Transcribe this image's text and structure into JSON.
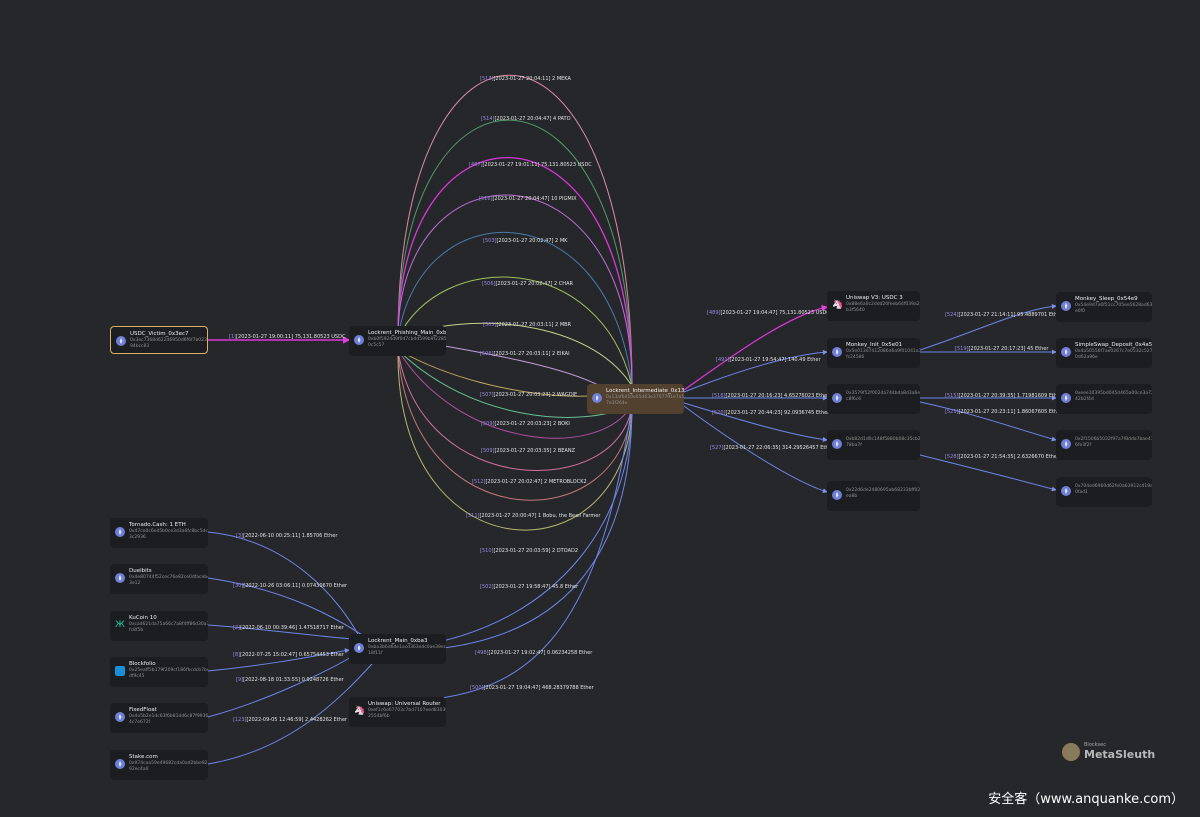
{
  "nodes": {
    "victim": {
      "name": "USDC_Victim_0x3ec7",
      "addr": "0x3ec7368d622d6950d6f6f7b023477a4f94bcc83"
    },
    "phishing": {
      "name": "Lockrent_Phishing_Main_0xb0f5",
      "addr": "0xb0f5924d9f0d7cb4d599b9f2285291e20c5c57"
    },
    "intermediate": {
      "name": "Lockrent_Intermediate_0x13af",
      "addr": "0x13af6d10e05d63e3707791e7a5ef50cf7e3f264e"
    },
    "uniswap_v3": {
      "name": "Uniswap V3: USDC 3",
      "addr": "0x88e6a0c2ddd26feeb64f039a2c41296fcb3f5640"
    },
    "monkey_init": {
      "name": "Monkey_Init_0x5e01",
      "addr": "0x5e013d7412d86d6a9f01041a79f79c37fc24586"
    },
    "addr_0x3579": {
      "name": "",
      "addr": "0x3579f52f002da744bda8d3a6e4e7e14fc8f6c6"
    },
    "addr_0xb82": {
      "name": "",
      "addr": "0xb82d1d0c148f5880b08c35cb2640be2078ba7f"
    },
    "addr_0x22d": {
      "name": "",
      "addr": "0x22d6de2480695ab68233bff02348fe4f5ea8b"
    },
    "monkey_sleep": {
      "name": "Monkey_Sleep_0x54e9",
      "addr": "0x54e9d7a6f51cc705ee5628ad638fd6d0e0f0"
    },
    "simpleswap": {
      "name": "SimpleSwap_Deposit_0x4a50",
      "addr": "0x4a50556f7ae0267c7e0532c5271c3c490d62a96e"
    },
    "addr_0xeee": {
      "name": "",
      "addr": "0xeee10395bd045d465a00ce3a7259efcb42b2f4d"
    },
    "addr_0x2f": {
      "name": "",
      "addr": "0x2f1506b5032f97a7f8dda7bae47bd7626fe3f2f"
    },
    "addr_0x704": {
      "name": "",
      "addr": "0x704ed6960d62fe0a63912c419af5a6ac0fad1"
    },
    "tornado": {
      "name": "Tornado.Cash: 1 ETH",
      "addr": "0x47ce0c6ed5b0ce3d3a6fc8bc5dc86e7c3c2936"
    },
    "duelbits": {
      "name": "Duelbits",
      "addr": "0x4e80744f52cec76e82ce0dfaceb4b4ff33e12"
    },
    "kucoin": {
      "name": "KuCoin 10",
      "addr": "0xcad621da75a66c7a8f4ff86d30a3f9f8fbfc8f5b"
    },
    "blockfolio": {
      "name": "Blockfolio",
      "addr": "0x25eaff5b179f209cf186fbcdcb7b4653e9df9c45"
    },
    "fixedfloat": {
      "name": "FixedFloat",
      "addr": "0x4e5b2e1dc63f6b81dd6c87f9936485434c7e672f"
    },
    "stake": {
      "name": "Stake.com",
      "addr": "0x974caa59e49682cda0ad2bbe828634b92ec4a0"
    },
    "lockrent_main": {
      "name": "Lockrent_Main_0xba3",
      "addr": "0xba3b6d6de1acd363edc0ae39ece9f1ea18f11f"
    },
    "universal_router": {
      "name": "Uniswap: Universal Router",
      "addr": "0xef1c6e67703c7bd7107eed8303fbe6ec2554bf6b"
    }
  },
  "edges": {
    "e01": {
      "idx": "[1]",
      "text": "[2023-01-27 19:00:11] 75,131.80523 USDC"
    },
    "e02": {
      "idx": "[513]",
      "text": "[2023-01-27 20:04:11] 2 MEKA"
    },
    "e03": {
      "idx": "[514]",
      "text": "[2023-01-27 20:04:47] 4 PATO"
    },
    "e04": {
      "idx": "[487]",
      "text": "[2023-01-27 19:01:11] 75,131.80523 USDC"
    },
    "e05": {
      "idx": "[516]",
      "text": "[2023-01-27 20:04:47] 10 PIGMIX"
    },
    "e06": {
      "idx": "[503]",
      "text": "[2023-01-27 20:02:47] 2 MK"
    },
    "e07": {
      "idx": "[506]",
      "text": "[2023-01-27 20:02:47] 2 CHAR"
    },
    "e08": {
      "idx": "[505]",
      "text": "[2023-01-27 20:03:11] 2 MBR"
    },
    "e09": {
      "idx": "[508]",
      "text": "[2023-01-27 20:03:11] 2 EIKAI"
    },
    "e10": {
      "idx": "[507]",
      "text": "[2023-01-27 20:03:23] 2 WAGDIE"
    },
    "e11": {
      "idx": "[509]",
      "text": "[2023-01-27 20:03:23] 2 BOKI"
    },
    "e12": {
      "idx": "[509]",
      "text": "[2023-01-27 20:03:35] 2 BEANZ"
    },
    "e13": {
      "idx": "[512]",
      "text": "[2023-01-27 20:02:47] 2 METROBLOCK2"
    },
    "e14": {
      "idx": "[511]",
      "text": "[2023-01-27 20:00:47] 1 Bobu, the Bean Farmer"
    },
    "e15": {
      "idx": "[510]",
      "text": "[2023-01-27 20:03:59] 2 DTOAD2"
    },
    "e16": {
      "idx": "[502]",
      "text": "[2023-01-27 19:58:47] 45.8 Ether"
    },
    "e17": {
      "idx": "[489]",
      "text": "[2023-01-27 19:04:47] 75,131.80523 USDC"
    },
    "e18": {
      "idx": "[491]",
      "text": "[2023-01-27 19:54:47] 140.49 Ether"
    },
    "e19": {
      "idx": "[516]",
      "text": "[2023-01-27 20:16:23] 4.65276023 Ether"
    },
    "e20": {
      "idx": "[520]",
      "text": "[2023-01-27 20:44:23] 92.0936745 Ether"
    },
    "e21": {
      "idx": "[527]",
      "text": "[2023-01-27 22:06:35] 314.29526457 Ether"
    },
    "e22": {
      "idx": "[524]",
      "text": "[2023-01-27 21:14:11] 95.4889701 Ether"
    },
    "e23": {
      "idx": "[519]",
      "text": "[2023-01-27 20:17:23] 45 Ether"
    },
    "e24": {
      "idx": "[515]",
      "text": "[2023-01-27 20:39:35] 1.71981609 Ether"
    },
    "e25": {
      "idx": "[521]",
      "text": "[2023-01-27 20:23:11] 1.86067605 Ether"
    },
    "e26": {
      "idx": "[528]",
      "text": "[2023-01-27 21:54:35] 2.6326670 Ether"
    },
    "e27": {
      "idx": "[3]",
      "text": "[2022-06-10 00:25:11] 1.85706 Ether"
    },
    "e28": {
      "idx": "[30]",
      "text": "[2022-10-26 03:06:11] 0.07430670 Ether"
    },
    "e29": {
      "idx": "[2]",
      "text": "[2022-06-10 00:39:46] 1.47518717 Ether"
    },
    "e30": {
      "idx": "[8]",
      "text": "[2022-07-25 15:02:47] 0.65754453 Ether"
    },
    "e31": {
      "idx": "[9]",
      "text": "[2022-08-18 01:33:55] 0.9248726 Ether"
    },
    "e32": {
      "idx": "[123]",
      "text": "[2022-09-05 12:46:59] 2.4428262 Ether"
    },
    "e33": {
      "idx": "[498]",
      "text": "[2023-01-27 19:02:47] 0.06234258 Ether"
    },
    "e34": {
      "idx": "[500]",
      "text": "[2023-01-27 19:04:47] 468.28379788 Ether"
    }
  },
  "logo": {
    "sub": "Blocksec",
    "main": "MetaSleuth"
  },
  "watermark": "安全客（www.anquanke.com）"
}
